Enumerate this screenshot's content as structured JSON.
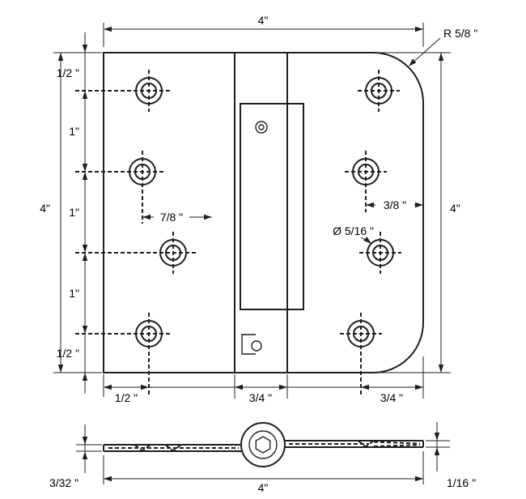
{
  "drawing": {
    "subject": "spring hinge technical drawing, plan view and edge view",
    "line_color": "#1f1f1f",
    "background": "#ffffff",
    "plan_view": {
      "overall_width_label": "4\"",
      "overall_height_left_label": "4\"",
      "overall_height_right_label": "4\"",
      "corner_radius_label": "R 5/8 \"",
      "hole_diameter_label": "Ø 5/16 \"",
      "hole_offset_label": "7/8 \"",
      "right_hole_offset_label": "3/8 \"",
      "left_hole_chain_labels": [
        "1/2 \"",
        "1\"",
        "1\"",
        "1\"",
        "1/2 \""
      ],
      "bottom_chain_labels": [
        "1/2 \"",
        "3/4 \"",
        "3/4 \""
      ]
    },
    "edge_view": {
      "leaf_thickness_label": "3/32 \"",
      "overall_width_label": "4\"",
      "tip_thickness_label": "1/16 \""
    }
  }
}
